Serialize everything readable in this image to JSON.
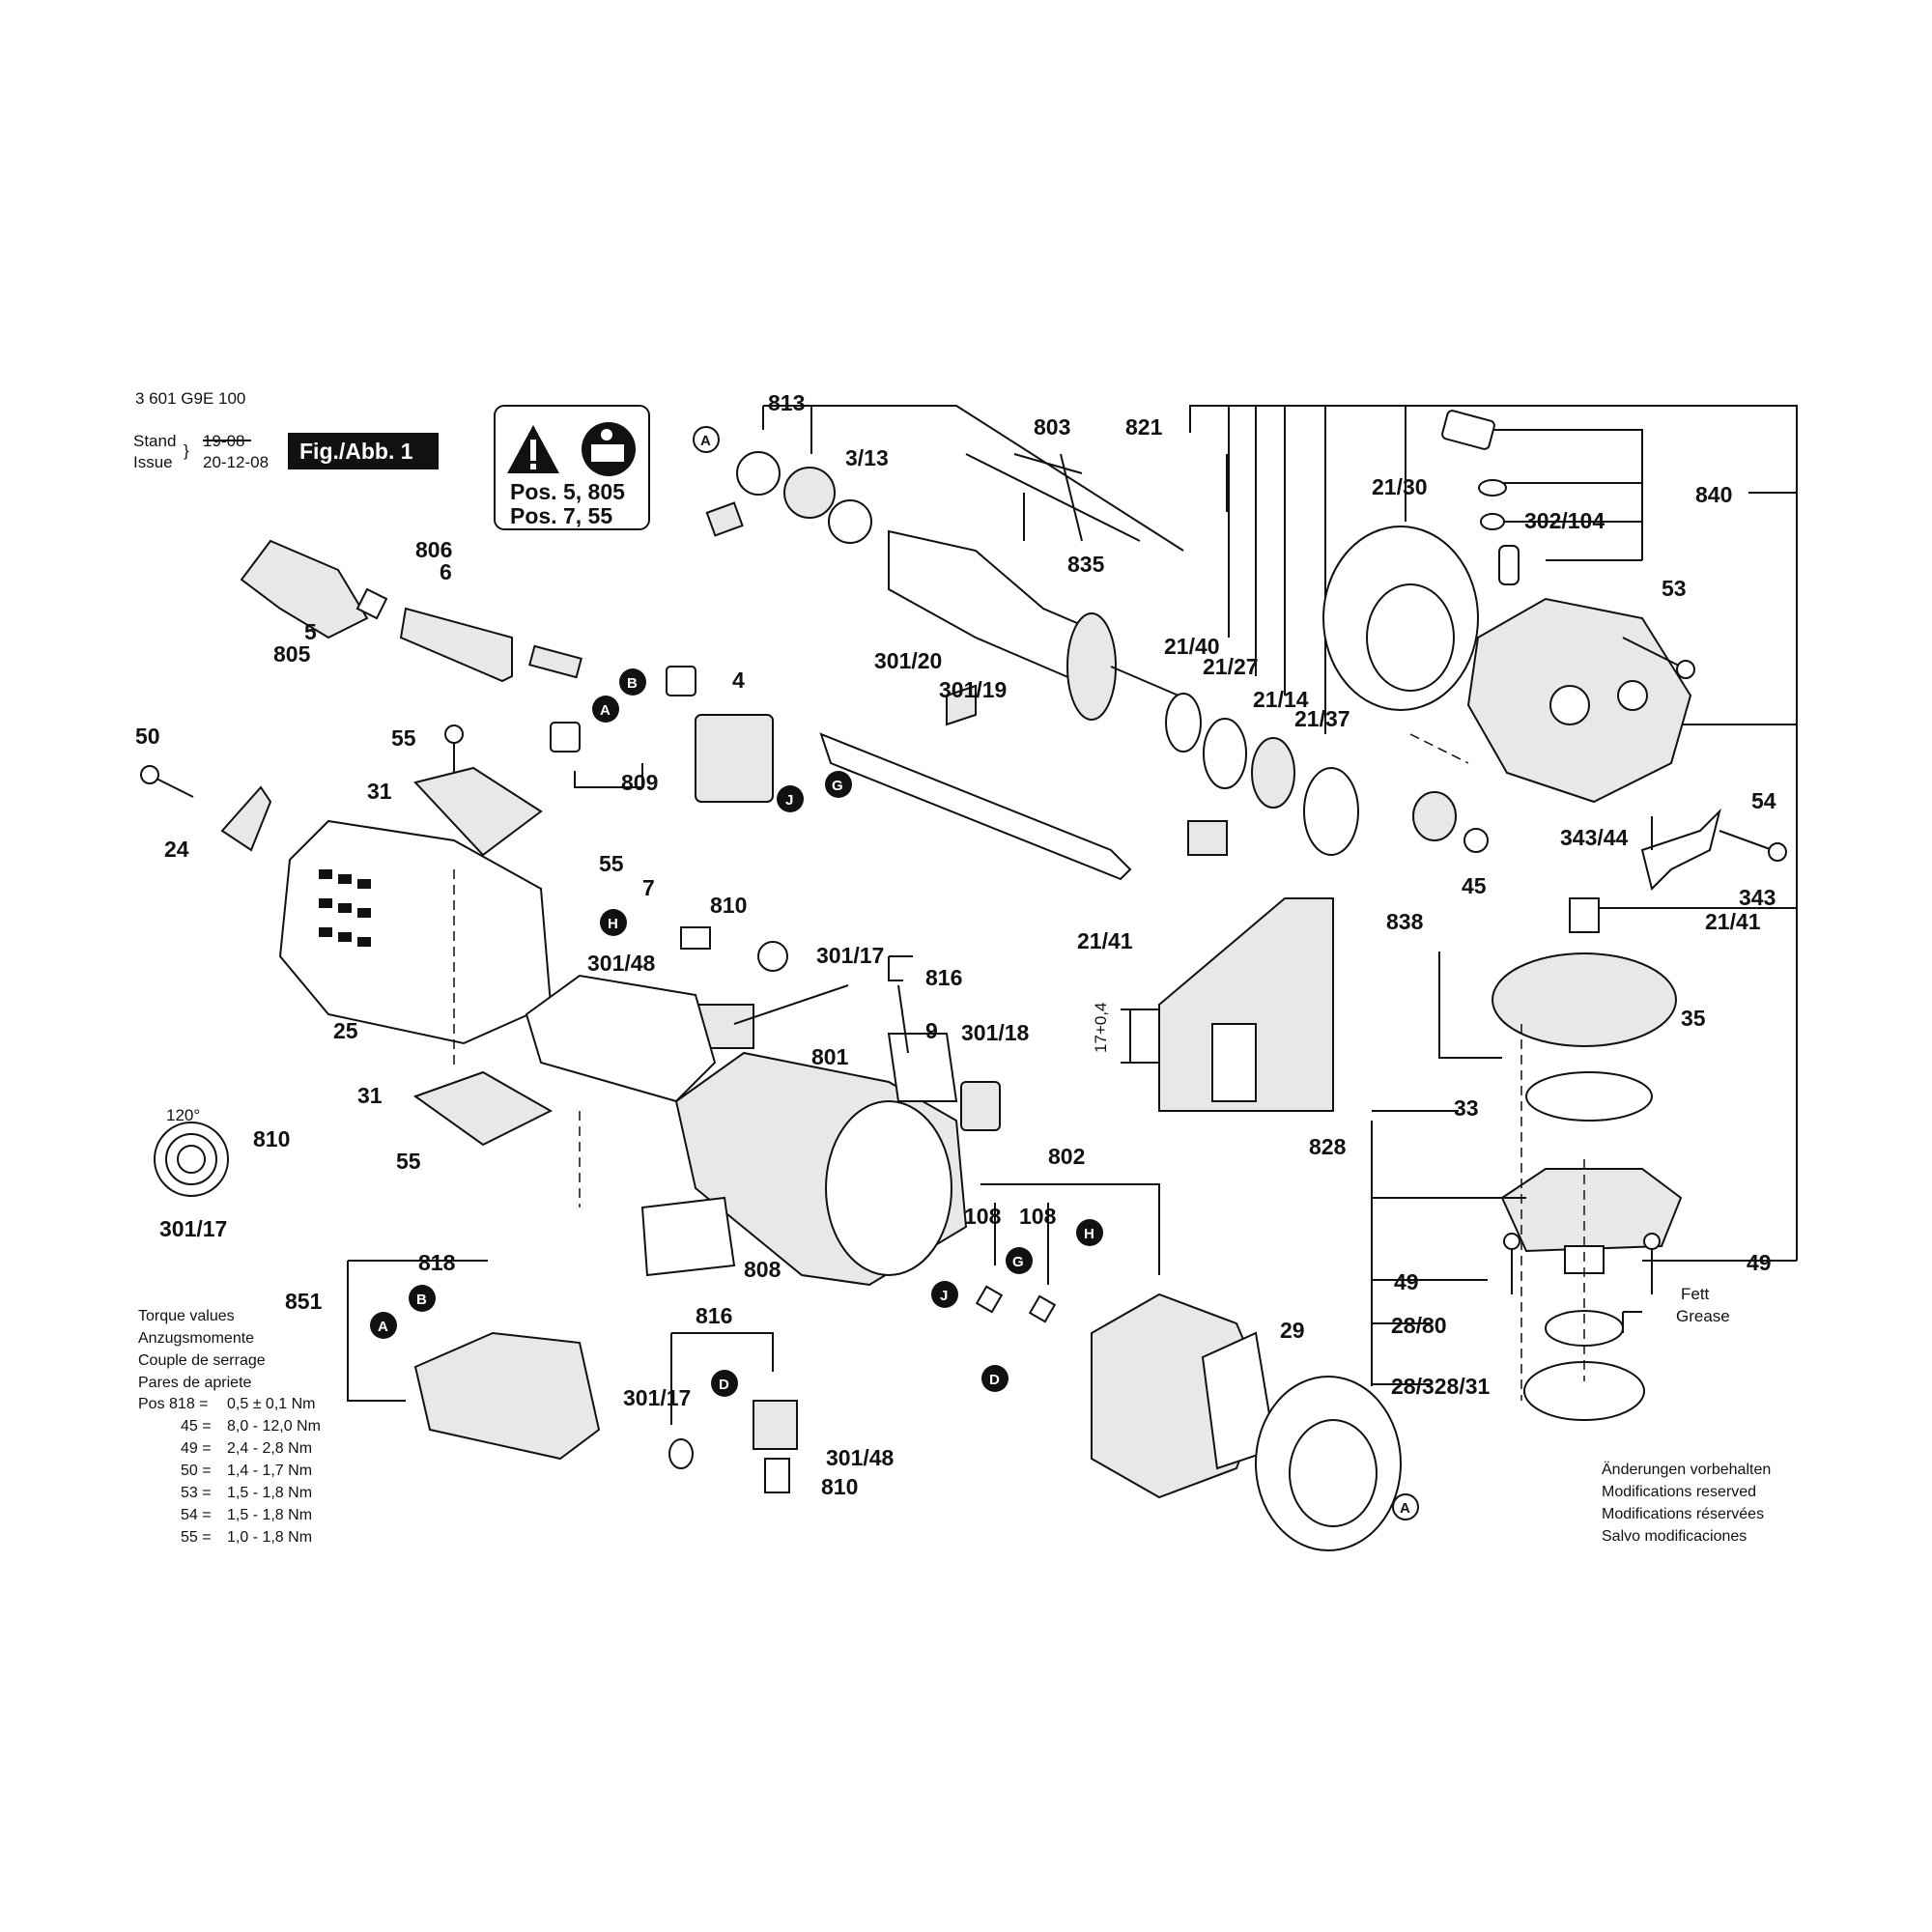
{
  "header": {
    "doc_number": "3 601 G9E 100",
    "stand_label": "Stand",
    "issue_label": "Issue",
    "stand_date_struck": "19-08",
    "issue_date": "20-12-08",
    "fig_label": "Fig./Abb. 1"
  },
  "warning_box": {
    "line1": "Pos. 5, 805",
    "line2": "Pos. 7, 55",
    "icons": [
      "warning-triangle-icon",
      "read-manual-icon"
    ]
  },
  "part_labels": {
    "p813": "813",
    "p803": "803",
    "p821": "821",
    "p840": "840",
    "p3_13": "3/13",
    "p835": "835",
    "p21_30": "21/30",
    "p302_104": "302/104",
    "p53": "53",
    "p806": "806",
    "p6": "6",
    "p5": "5",
    "p805": "805",
    "p4": "4",
    "p301_20": "301/20",
    "p301_19": "301/19",
    "p21_40": "21/40",
    "p21_27": "21/27",
    "p21_14": "21/14",
    "p21_37": "21/37",
    "p50": "50",
    "p55a": "55",
    "p31a": "31",
    "p809": "809",
    "p24": "24",
    "p54": "54",
    "p343_44": "343/44",
    "p343": "343",
    "p45": "45",
    "p55b": "55",
    "p7": "7",
    "p810a": "810",
    "p301_48a": "301/48",
    "p301_17a": "301/17",
    "p816a": "816",
    "p21_41a": "21/41",
    "p838": "838",
    "p21_41b": "21/41",
    "p25": "25",
    "p9": "9",
    "p301_18": "301/18",
    "p801": "801",
    "p35": "35",
    "p31b": "31",
    "p120": "120°",
    "p810b": "810",
    "p55c": "55",
    "p301_17b": "301/17",
    "p33": "33",
    "p828": "828",
    "p802": "802",
    "p108a": "108",
    "p108b": "108",
    "p818": "818",
    "p851": "851",
    "p808": "808",
    "p49a": "49",
    "p49b": "49",
    "p28_80": "28/80",
    "p28_328_31": "28/328/31",
    "p816b": "816",
    "p29": "29",
    "p301_17c": "301/17",
    "p301_48b": "301/48",
    "p810c": "810",
    "dim": "17+0,4",
    "fett": "Fett",
    "grease": "Grease"
  },
  "callouts": {
    "A": "A",
    "B": "B",
    "G": "G",
    "J": "J",
    "H": "H",
    "D": "D"
  },
  "torque": {
    "heading": [
      "Torque values",
      "Anzugsmomente",
      "Couple de serrage",
      "Pares de apriete"
    ],
    "rows": [
      {
        "pos": "Pos 818 =",
        "value": "0,5 ± 0,1 Nm"
      },
      {
        "pos": "45 =",
        "value": "8,0 - 12,0 Nm"
      },
      {
        "pos": "49 =",
        "value": "2,4 - 2,8 Nm"
      },
      {
        "pos": "50 =",
        "value": "1,4 - 1,7 Nm"
      },
      {
        "pos": "53 =",
        "value": "1,5 - 1,8 Nm"
      },
      {
        "pos": "54 =",
        "value": "1,5 - 1,8 Nm"
      },
      {
        "pos": "55 =",
        "value": "1,0 - 1,8 Nm"
      }
    ]
  },
  "modifications": [
    "Änderungen vorbehalten",
    "Modifications reserved",
    "Modifications réservées",
    "Salvo modificaciones"
  ]
}
